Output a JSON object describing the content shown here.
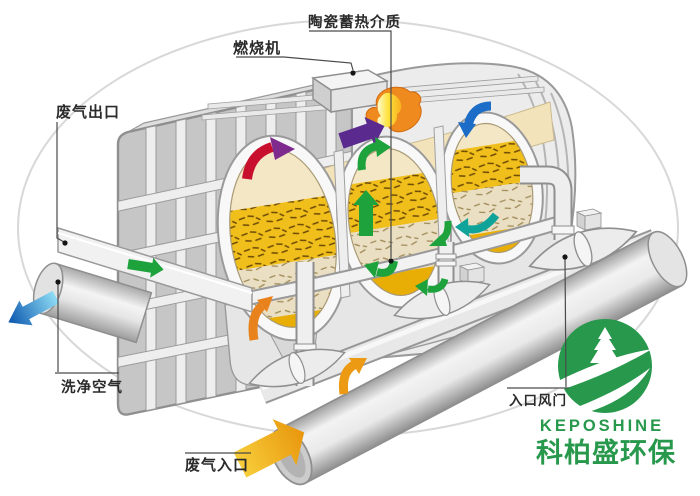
{
  "callouts": {
    "ceramic_media": "陶瓷蓄热介质",
    "burner": "燃烧机",
    "exhaust_outlet": "废气出口",
    "clean_air": "洗净空气",
    "exhaust_inlet": "废气入口",
    "inlet_damper": "入口风门"
  },
  "logo": {
    "brand": "KEPOSHINE",
    "company": "科柏盛环保"
  },
  "palette": {
    "logo_green": "#27984c",
    "label_ink": "#2b2b2b",
    "green_arrow": "#1ea23c",
    "red_arrow": "#c8102e",
    "red_arrow_head": "#7e2b8d",
    "purple_arrow": "#5a2a8f",
    "blue_arrow": "#1b6dc7",
    "teal_arrow": "#0fa39a",
    "orange_arrow": "#e8821c",
    "amber_arrow": "#ec9a14",
    "inlet_yellow_light": "#f7cd3a",
    "inlet_yellow_dark": "#e8960c",
    "clean_blue_light": "#8edcf5",
    "clean_blue_dark": "#0a55ad"
  }
}
